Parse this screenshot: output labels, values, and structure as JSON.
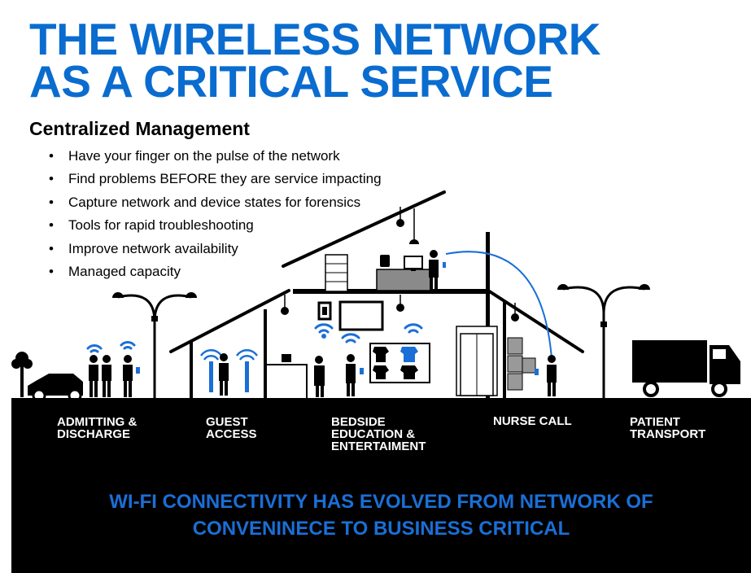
{
  "title": {
    "line1": "THE WIRELESS NETWORK",
    "line2": "AS A CRITICAL SERVICE"
  },
  "subtitle": "Centralized Management",
  "bullets": [
    "Have your finger on the pulse of the network",
    "Find problems BEFORE they are service impacting",
    "Capture network and device states for forensics",
    "Tools for rapid troubleshooting",
    "Improve network availability",
    "Managed capacity"
  ],
  "labels": {
    "admitting": [
      "ADMITTING &",
      "DISCHARGE"
    ],
    "guest": [
      "GUEST",
      "ACCESS"
    ],
    "bedside": [
      "BEDSIDE",
      "EDUCATION &",
      "ENTERTAIMENT"
    ],
    "nurse": [
      "NURSE CALL"
    ],
    "transport": [
      "PATIENT",
      "TRANSPORT"
    ]
  },
  "footer": {
    "line1": "WI-FI CONNECTIVITY HAS EVOLVED FROM NETWORK OF",
    "line2": "CONVENINECE TO BUSINESS CRITICAL"
  },
  "colors": {
    "title": "#0a6ccf",
    "footer": "#1a6fd6",
    "wifi": "#1a6fd6",
    "ground": "#000000"
  }
}
